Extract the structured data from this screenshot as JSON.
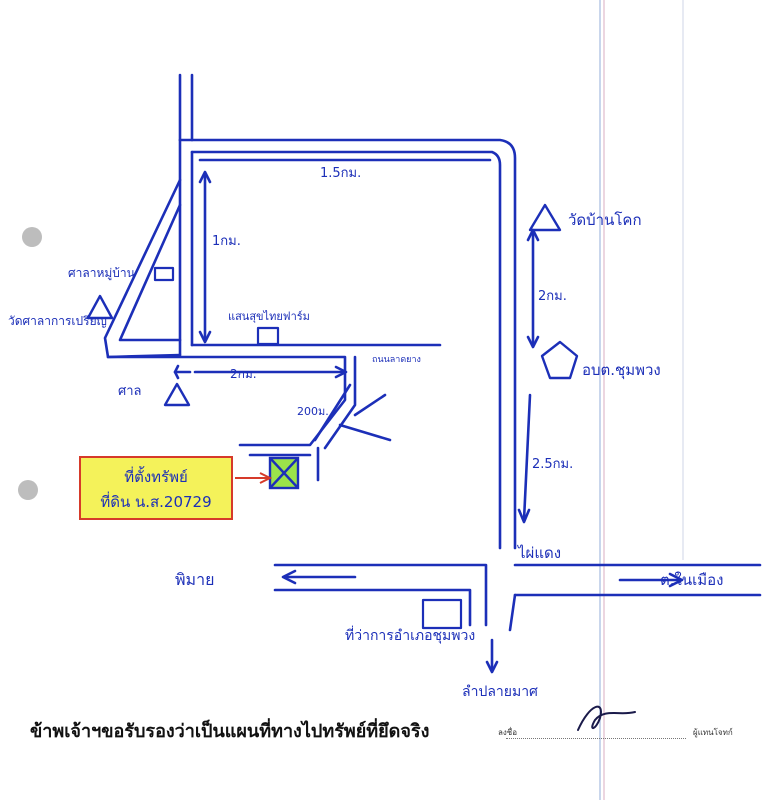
{
  "map": {
    "title": "",
    "distances": {
      "top_road": "1.5กม.",
      "left_road": "1กม.",
      "lower_road": "2กม.",
      "branch_road": "200ม.",
      "right_upper": "2กม.",
      "right_lower": "2.5กม."
    },
    "places": {
      "temple_tr": "วัดบ้านโคก",
      "pentagon": "อบต.ชุมพวง",
      "phiang": "ไผ่แดง",
      "mueang": "ต.ในเมือง",
      "phimai": "พิมาย",
      "district": "ที่ว่าการอำเภอชุมพวง",
      "lamplaimat": "ลำปลายมาศ",
      "sala_top": "ศาลาหมู่บ้าน",
      "temple_left": "วัดศาลาการเปรียญ",
      "sala_bottom": "ศาล",
      "school": "แสนสุขไทยฟาร์ม",
      "small_road": "ถนนลาดยาง"
    },
    "callout": {
      "line1": "ที่ตั้งทรัพย์",
      "line2": "ที่ดิน น.ส.20729"
    },
    "colors": {
      "ink": "#1c2fb8",
      "highlight": "#f4f25a",
      "callout_border": "#d63a2a",
      "arrow": "#d63a2a",
      "box_fill": "#9be24a"
    }
  },
  "footer": {
    "certification": "ข้าพเจ้าฯขอรับรองว่าเป็นแผนที่ทางไปทรัพย์ที่ยึดจริง",
    "sign_label": "ลงชื่อ",
    "agent_label": "ผู้แทนโจทก์"
  }
}
